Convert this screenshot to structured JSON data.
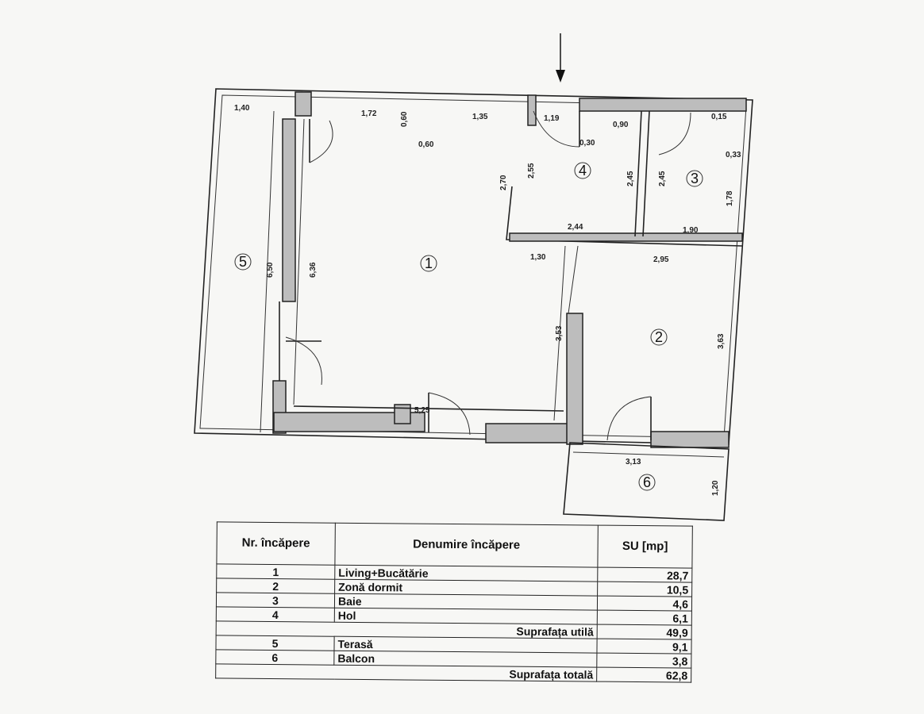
{
  "plan": {
    "entrance_arrow": "arrow-down",
    "room_markers": [
      "1",
      "2",
      "3",
      "4",
      "5",
      "6"
    ],
    "dimensions": [
      "1,40",
      "1,72",
      "0,60",
      "0,60",
      "1,35",
      "2,70",
      "2,55",
      "1,19",
      "0,30",
      "0,90",
      "2,45",
      "2,45",
      "0,15",
      "0,33",
      "1,78",
      "2,44",
      "1,90",
      "1,30",
      "2,95",
      "6,50",
      "6,36",
      "3,53",
      "3,63",
      "5,25",
      "3,13",
      "1,20"
    ]
  },
  "table": {
    "headers": {
      "nr": "Nr. încăpere",
      "name": "Denumire încăpere",
      "su": "SU [mp]"
    },
    "rows": [
      {
        "nr": "1",
        "name": "Living+Bucătărie",
        "su": "28,7"
      },
      {
        "nr": "2",
        "name": "Zonă dormit",
        "su": "10,5"
      },
      {
        "nr": "3",
        "name": "Baie",
        "su": "4,6"
      },
      {
        "nr": "4",
        "name": "Hol",
        "su": "6,1"
      }
    ],
    "subtotal": {
      "label": "Suprafața utilă",
      "su": "49,9"
    },
    "rows2": [
      {
        "nr": "5",
        "name": "Terasă",
        "su": "9,1"
      },
      {
        "nr": "6",
        "name": "Balcon",
        "su": "3,8"
      }
    ],
    "total": {
      "label": "Suprafața totală",
      "su": "62,8"
    }
  }
}
